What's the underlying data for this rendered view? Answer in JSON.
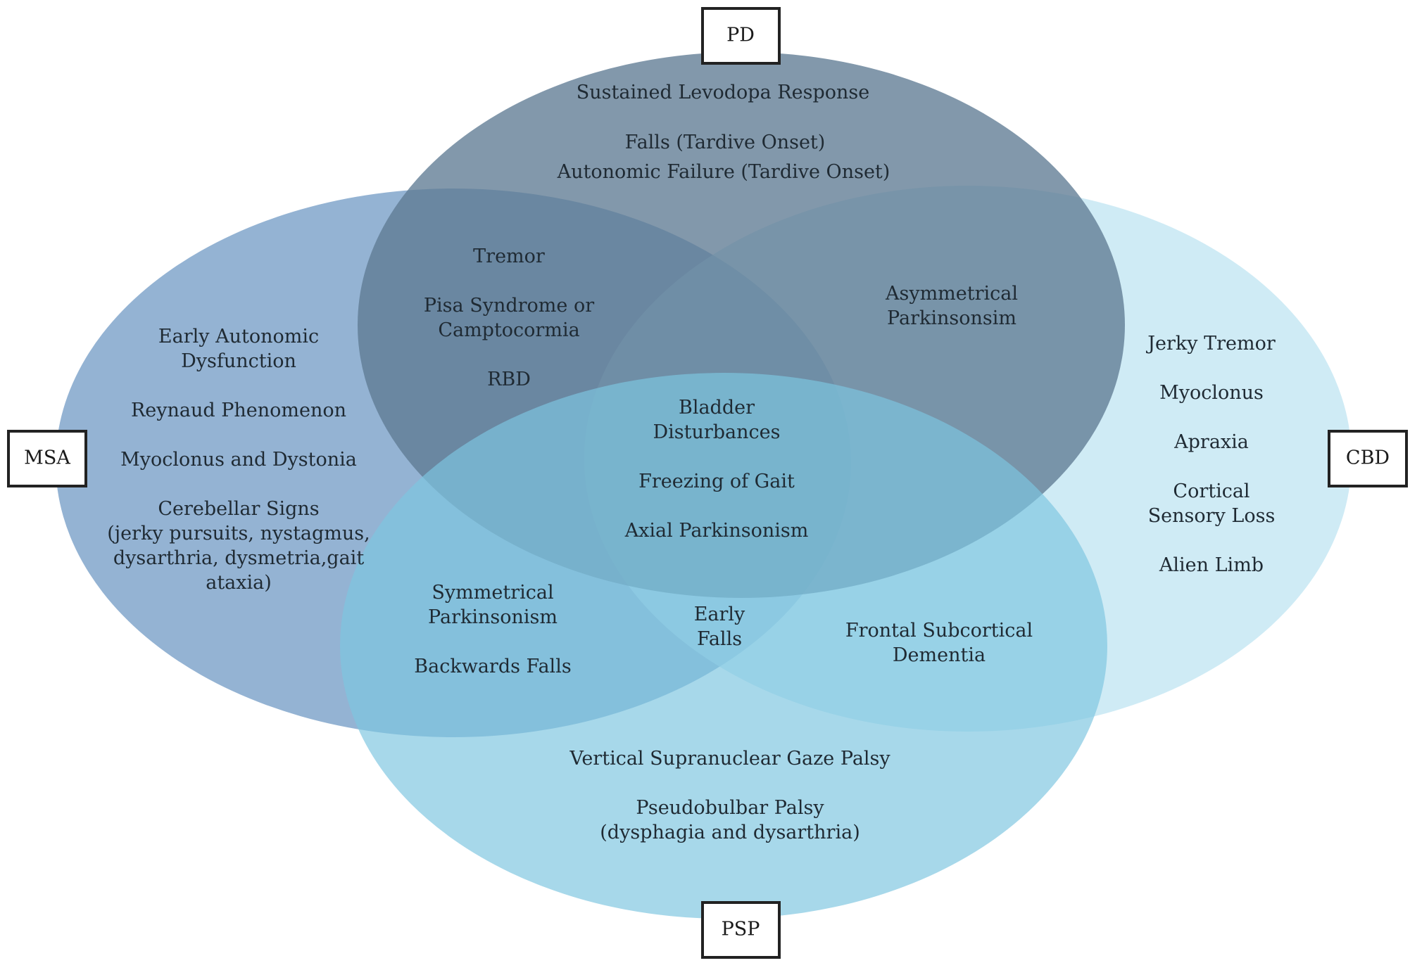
{
  "sets": {
    "pd": {
      "label": "PD",
      "color": "#5f7b94"
    },
    "msa": {
      "label": "MSA",
      "color": "#6b96c2"
    },
    "cbd": {
      "label": "CBD",
      "color": "#b5e1f0"
    },
    "psp": {
      "label": "PSP",
      "color": "#7ec6e0"
    }
  },
  "regions": {
    "pd_only": {
      "levodopa": "Sustained Levodopa Response",
      "falls_tardive": "Falls (Tardive Onset)",
      "autonomic_tardive": "Autonomic Failure (Tardive Onset)"
    },
    "pd_msa": {
      "tremor": "Tremor",
      "pisa_1": "Pisa Syndrome or",
      "pisa_2": "Camptocormia",
      "rbd": "RBD"
    },
    "pd_cbd": {
      "asym_1": "Asymmetrical",
      "asym_2": "Parkinsonsim"
    },
    "msa_only": {
      "early_auto_1": "Early Autonomic",
      "early_auto_2": "Dysfunction",
      "reynaud": "Reynaud Phenomenon",
      "myoclonus_dystonia": "Myoclonus and Dystonia",
      "cerebellar_1": "Cerebellar Signs",
      "cerebellar_2": "(jerky pursuits, nystagmus,",
      "cerebellar_3": "dysarthria, dysmetria,gait",
      "cerebellar_4": "ataxia)"
    },
    "cbd_only": {
      "jerky_tremor": "Jerky Tremor",
      "myoclonus": "Myoclonus",
      "apraxia": "Apraxia",
      "cortical_1": "Cortical",
      "cortical_2": "Sensory Loss",
      "alien_limb": "Alien Limb"
    },
    "center": {
      "bladder_1": "Bladder",
      "bladder_2": "Disturbances",
      "freezing": "Freezing of Gait",
      "axial": "Axial  Parkinsonism"
    },
    "msa_psp": {
      "sym_1": "Symmetrical",
      "sym_2": "Parkinsonism",
      "backwards": "Backwards Falls"
    },
    "msa_cbd_psp": {
      "early_falls_1": "Early",
      "early_falls_2": "Falls"
    },
    "cbd_psp": {
      "frontal_1": "Frontal Subcortical",
      "frontal_2": "Dementia"
    },
    "psp_only": {
      "vertical": "Vertical Supranuclear Gaze Palsy",
      "pseudobulbar_1": "Pseudobulbar Palsy",
      "pseudobulbar_2": "(dysphagia and dysarthria)"
    }
  }
}
